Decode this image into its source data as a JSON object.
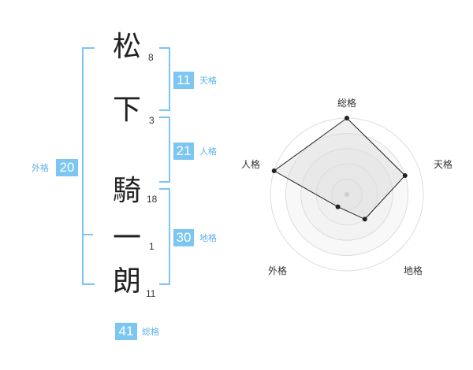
{
  "name_chars": [
    {
      "char": "松",
      "strokes": "8"
    },
    {
      "char": "下",
      "strokes": "3"
    },
    {
      "char": "騎",
      "strokes": "18"
    },
    {
      "char": "一",
      "strokes": "1"
    },
    {
      "char": "朗",
      "strokes": "11"
    }
  ],
  "fortunes": {
    "tenkaku": {
      "value": "11",
      "label": "天格"
    },
    "jinkaku": {
      "value": "21",
      "label": "人格"
    },
    "chikaku": {
      "value": "30",
      "label": "地格"
    },
    "gaikaku": {
      "value": "20",
      "label": "外格"
    },
    "soukaku": {
      "value": "41",
      "label": "総格"
    }
  },
  "colors": {
    "accent": "#7cc6f2",
    "accent_text": "#5bb2e6"
  },
  "chart_data": {
    "type": "radar",
    "axes": [
      "総格",
      "天格",
      "地格",
      "外格",
      "人格"
    ],
    "levels": 5,
    "values": [
      5,
      4,
      2,
      1,
      5
    ],
    "max": 5,
    "grid": true
  }
}
